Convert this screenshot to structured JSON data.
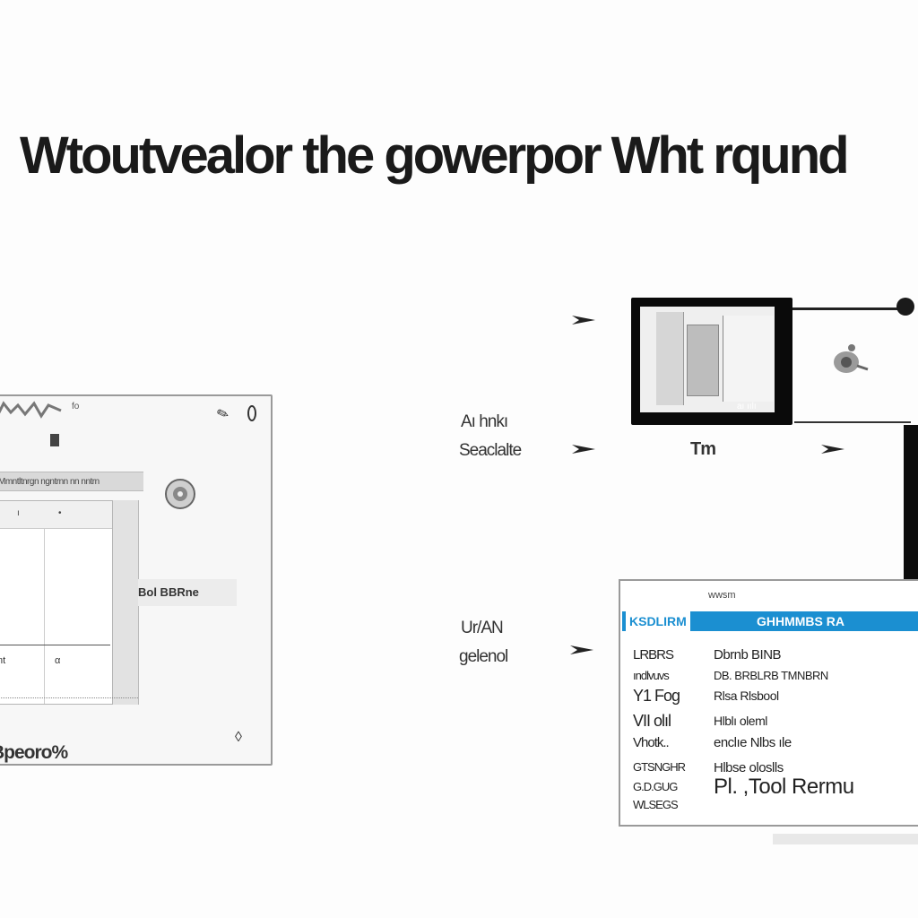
{
  "headline": "Wtoutvealor the gowerpor Wht rqund",
  "left_window": {
    "corner_label": "fo",
    "toolbar_text": "Mmntltnrgn ngntrnn nn nntrn",
    "panel_labels": [
      "ı",
      "•"
    ],
    "cell_a": "nt",
    "cell_b": "α",
    "side_label": "Bol BBRne",
    "bottom_text": "Bpeoro%"
  },
  "labels": {
    "label_1_line1": "Aı hnkı",
    "label_1_line2": "Seaclalte",
    "label_2_line1": "Ur/AN",
    "label_2_line2": "gelenol",
    "top_right_label": "Tm"
  },
  "top_right_window": {
    "badge": "aı ıılı"
  },
  "bottom_right_window": {
    "title": "wwsm",
    "header_left": "KSDLIRM",
    "header_right": "GHHMMBS RA",
    "rows": [
      {
        "key": "LRBRS",
        "value": "Dbrnb BINB"
      },
      {
        "key": "ındlvuvs",
        "value": "DB. BRBLRB TMNBRN"
      },
      {
        "key": "Y1 Fog",
        "value": "Rlsa Rlsbool"
      },
      {
        "key": "VII olıl",
        "value": "Hlblı oleml"
      },
      {
        "key": "Vhotk..",
        "value": "enclıe Nlbs ıle"
      },
      {
        "key": "GTSNGHR",
        "value": "Hlbse oloslls"
      },
      {
        "key": "G.D.GUG",
        "value": "Pl. ,Tool Rermu"
      },
      {
        "key": "WLSEGS",
        "value": ""
      }
    ]
  }
}
